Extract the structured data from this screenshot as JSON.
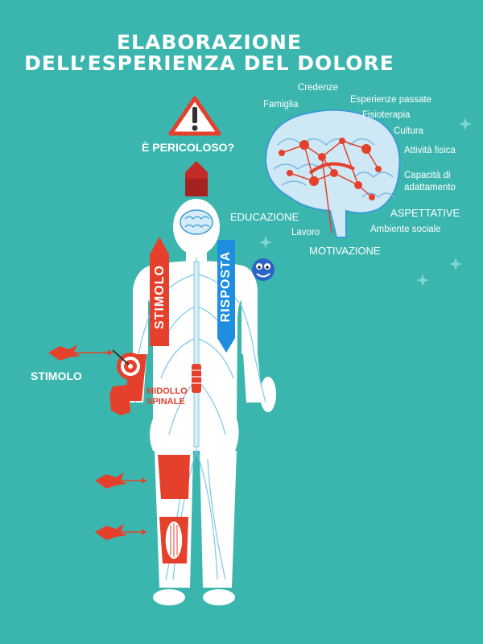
{
  "title": {
    "line1": "ELABORAZIONE",
    "line2": "DELL’ESPERIENZA DEL DOLORE"
  },
  "danger": {
    "question": "È PERICOLOSO?",
    "icon": "warning-triangle-icon"
  },
  "factors": {
    "credenze": "Credenze",
    "famiglia": "Famiglia",
    "esperienze": "Esperienze passate",
    "fisioterapia": "Fisioterapia",
    "cultura": "Cultura",
    "attivita": "Attività fisica",
    "capacita_1": "Capacità di",
    "capacita_2": "adattamento",
    "educazione": "EDUCAZIONE",
    "aspettative": "ASPETTATIVE",
    "lavoro": "Lavoro",
    "ambiente": "Ambiente sociale",
    "motivazione": "MOTIVAZIONE"
  },
  "body": {
    "stimolo_arrow": "STIMOLO",
    "risposta_arrow": "RISPOSTA",
    "stimolo_label": "STIMOLO",
    "midollo_1": "MIDOLLO",
    "midollo_2": "SPINALE"
  },
  "colors": {
    "background": "#3bb6ae",
    "red": "#e4402b",
    "blue": "#1f8ee0",
    "body": "#ffffff",
    "nerve": "#7cc7e6"
  }
}
